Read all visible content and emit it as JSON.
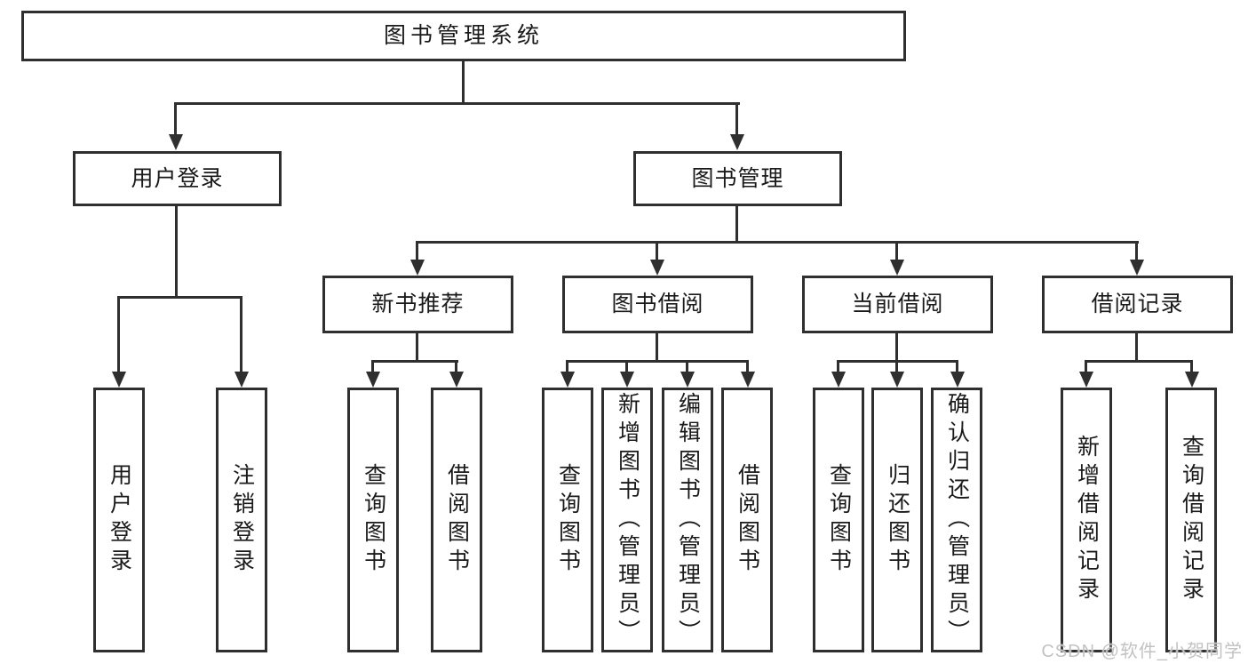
{
  "diagram": {
    "root": "图书管理系统",
    "level2": {
      "user_login": "用户登录",
      "book_mgmt": "图书管理"
    },
    "level3": {
      "new_books": "新书推荐",
      "book_borrow": "图书借阅",
      "current_borrow": "当前借阅",
      "borrow_record": "借阅记录"
    },
    "leaves": {
      "user_login": [
        "用户登录",
        "注销登录"
      ],
      "new_books": [
        "查询图书",
        "借阅图书"
      ],
      "book_borrow": [
        "查询图书",
        "新增图书（管理员）",
        "编辑图书（管理员）",
        "借阅图书"
      ],
      "current_borrow": [
        "查询图书",
        "归还图书",
        "确认归还（管理员）"
      ],
      "borrow_record": [
        "新增借阅记录",
        "查询借阅记录"
      ]
    }
  },
  "watermark": "CSDN @软件_小贺同学",
  "colors": {
    "line": "#2f2f2f",
    "text": "#1a1a1a",
    "background": "#ffffff",
    "watermark": "#c2c2c2"
  }
}
